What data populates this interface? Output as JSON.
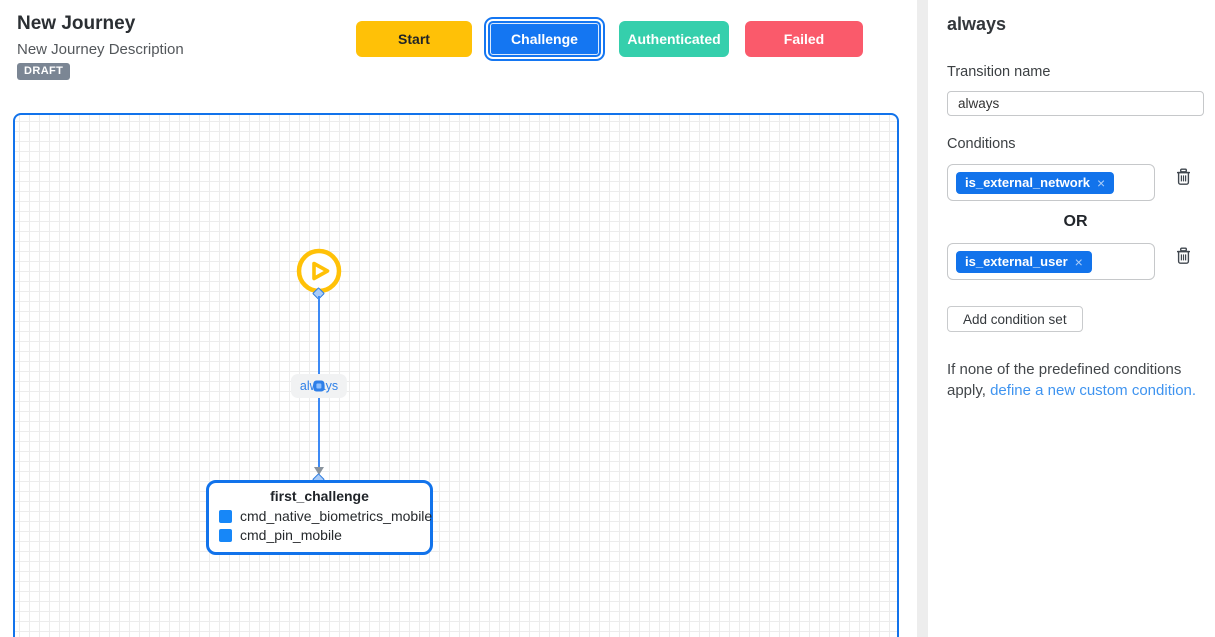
{
  "header": {
    "title": "New Journey",
    "description": "New Journey Description",
    "status_badge": "DRAFT"
  },
  "toolbar": {
    "buttons": [
      {
        "label": "Start",
        "color": "#FFC107",
        "text_color": "#1F2328",
        "selected": false
      },
      {
        "label": "Challenge",
        "color": "#1476F2",
        "text_color": "#FFFFFF",
        "selected": true
      },
      {
        "label": "Authenticated",
        "color": "#35CFAC",
        "text_color": "#FFFFFF",
        "selected": false
      },
      {
        "label": "Failed",
        "color": "#FA5A6B",
        "text_color": "#FFFFFF",
        "selected": false
      }
    ]
  },
  "canvas": {
    "start_node": {
      "icon": "play-icon",
      "color": "#FFC107"
    },
    "edge": {
      "label": "always",
      "color": "#3D8AF5"
    },
    "node": {
      "title": "first_challenge",
      "items": [
        "cmd_native_biometrics_mobile",
        "cmd_pin_mobile"
      ],
      "border_color": "#1273EB"
    },
    "grid_color": "#ECECEC"
  },
  "sidebar": {
    "title": "always",
    "transition_name": {
      "label": "Transition name",
      "value": "always"
    },
    "conditions": {
      "label": "Conditions",
      "joiner": "OR",
      "sets": [
        {
          "chips": [
            {
              "label": "is_external_network",
              "remove": "×"
            }
          ]
        },
        {
          "chips": [
            {
              "label": "is_external_user",
              "remove": "×"
            }
          ]
        }
      ],
      "add_button_label": "Add condition set"
    },
    "footer": {
      "text_before_link": "If none of the predefined conditions apply, ",
      "link_text": "define a new custom condition."
    }
  }
}
